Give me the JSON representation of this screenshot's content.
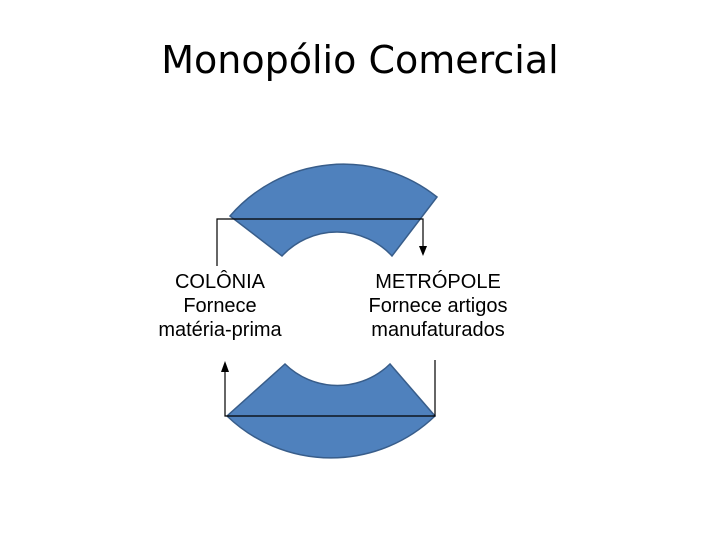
{
  "title": "Monopólio Comercial",
  "colonia": {
    "heading": "COLÔNIA",
    "line1": "Fornece",
    "line2": "matéria-prima"
  },
  "metropole": {
    "heading": "METRÓPOLE",
    "line1": "Fornece artigos",
    "line2": "manufaturados"
  },
  "colors": {
    "arc_fill": "#4f81bd",
    "arc_stroke": "#385d8a",
    "connector": "#000000"
  }
}
